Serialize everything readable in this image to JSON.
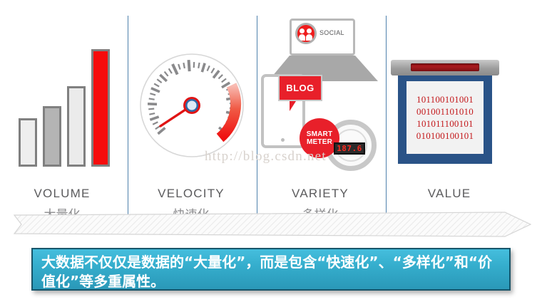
{
  "infographic": {
    "watermark": "http://blog.csdn.net",
    "columns": [
      {
        "en": "VOLUME",
        "cn": "大量化"
      },
      {
        "en": "VELOCITY",
        "cn": "快速化"
      },
      {
        "en": "VARIETY",
        "cn": "多样化"
      },
      {
        "en": "VALUE",
        "cn": ""
      }
    ],
    "volume": {
      "bars": [
        {
          "label": "bar-1",
          "color": "#eeeeee"
        },
        {
          "label": "bar-2",
          "color": "#b4b4b4"
        },
        {
          "label": "bar-3",
          "color": "#ebebeb"
        },
        {
          "label": "bar-4",
          "color": "#f60c0c"
        }
      ]
    },
    "variety": {
      "social_label": "SOCIAL",
      "blog_label": "BLOG",
      "smart_meter_line1": "SMART",
      "smart_meter_line2": "METER",
      "meter_reading": "187.6"
    },
    "value": {
      "binary_rows": [
        "101100101001",
        "001001101010",
        "101011100101",
        "010100100101"
      ]
    },
    "caption": {
      "text": "大数据不仅仅是数据的“大量化”，而是包含“快速化”、“多样化”和“价值化”等多重属性。"
    },
    "colors": {
      "accent_red": "#e8202a",
      "divider_blue": "#4f81ad",
      "value_frame": "#2a5387",
      "caption_teal": "#35aecd"
    }
  }
}
